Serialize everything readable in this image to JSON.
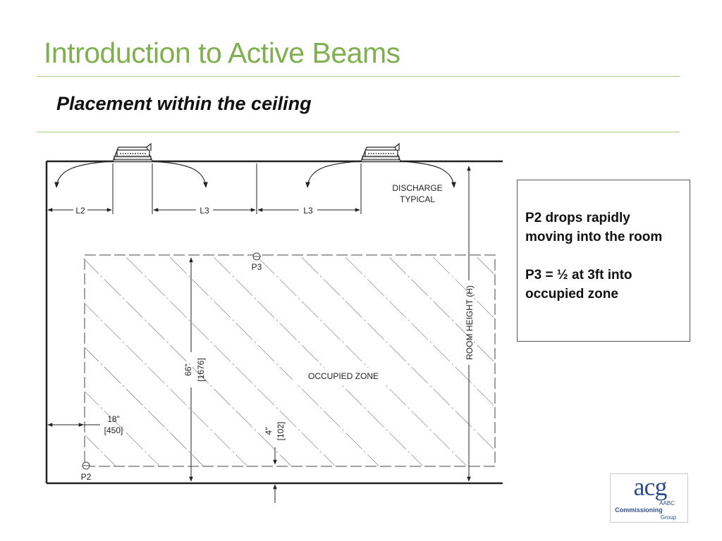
{
  "slide": {
    "title": "Introduction to Active Beams",
    "subtitle": "Placement within the ceiling"
  },
  "diagram": {
    "labels": {
      "l2": "L2",
      "l3_a": "L3",
      "l3_b": "L3",
      "discharge_1": "DISCHARGE",
      "discharge_2": "TYPICAL",
      "room_height": "ROOM HEIGHT (H)",
      "p3": "P3",
      "p2": "P2",
      "dim_66_a": "66\"",
      "dim_66_b": "[1676]",
      "occupied_zone": "OCCUPIED ZONE",
      "dim_18_a": "18\"",
      "dim_18_b": "[450]",
      "dim_4_a": "4\"",
      "dim_4_b": "[102]"
    }
  },
  "notes": {
    "items": [
      "P2 drops rapidly moving into the room",
      "P3 = ½ at 3ft into occupied zone"
    ]
  },
  "logo": {
    "mark": "acg",
    "line1": "AABC",
    "line2": "Commissioning",
    "line3": "Group",
    "color": "#2e4f8c"
  },
  "colors": {
    "title": "#7faf4f",
    "rule": "#a9cc86",
    "line": "#222222"
  }
}
